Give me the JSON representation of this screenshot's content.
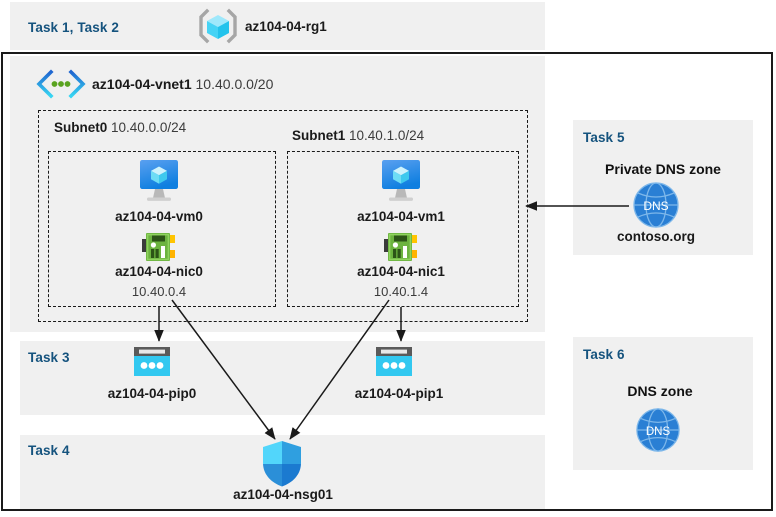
{
  "diagram": {
    "resource_group": {
      "task_label": "Task 1, Task 2",
      "name": "az104-04-rg1",
      "icon": "resource-group-cube-icon"
    },
    "vnet": {
      "name": "az104-04-vnet1",
      "cidr": "10.40.0.0/20",
      "icon": "virtual-network-icon"
    },
    "subnets": [
      {
        "name": "Subnet0",
        "cidr": "10.40.0.0/24",
        "vm": {
          "name": "az104-04-vm0",
          "icon": "virtual-machine-icon"
        },
        "nic": {
          "name": "az104-04-nic0",
          "ip": "10.40.0.4",
          "icon": "network-interface-icon"
        }
      },
      {
        "name": "Subnet1",
        "cidr": "10.40.1.0/24",
        "vm": {
          "name": "az104-04-vm1",
          "icon": "virtual-machine-icon"
        },
        "nic": {
          "name": "az104-04-nic1",
          "ip": "10.40.1.4",
          "icon": "network-interface-icon"
        }
      }
    ],
    "public_ips": {
      "task_label": "Task 3",
      "items": [
        {
          "name": "az104-04-pip0",
          "icon": "public-ip-address-icon"
        },
        {
          "name": "az104-04-pip1",
          "icon": "public-ip-address-icon"
        }
      ]
    },
    "nsg": {
      "task_label": "Task 4",
      "name": "az104-04-nsg01",
      "icon": "network-security-group-shield-icon"
    },
    "private_dns_zone": {
      "task_label": "Task 5",
      "heading": "Private DNS zone",
      "name": "contoso.org",
      "icon": "dns-globe-icon",
      "icon_text": "DNS"
    },
    "dns_zone": {
      "task_label": "Task 6",
      "heading": "DNS zone",
      "icon": "dns-globe-icon",
      "icon_text": "DNS"
    },
    "colors": {
      "task_label": "#15537e",
      "panel_background": "#f0f0f0",
      "frame_border": "#1a1a1a",
      "azure_blue": "#0f6cbd",
      "cyan": "#32c8f0",
      "nic_green": "#6cb33f",
      "dns_blue": "#2a7fd4"
    }
  }
}
